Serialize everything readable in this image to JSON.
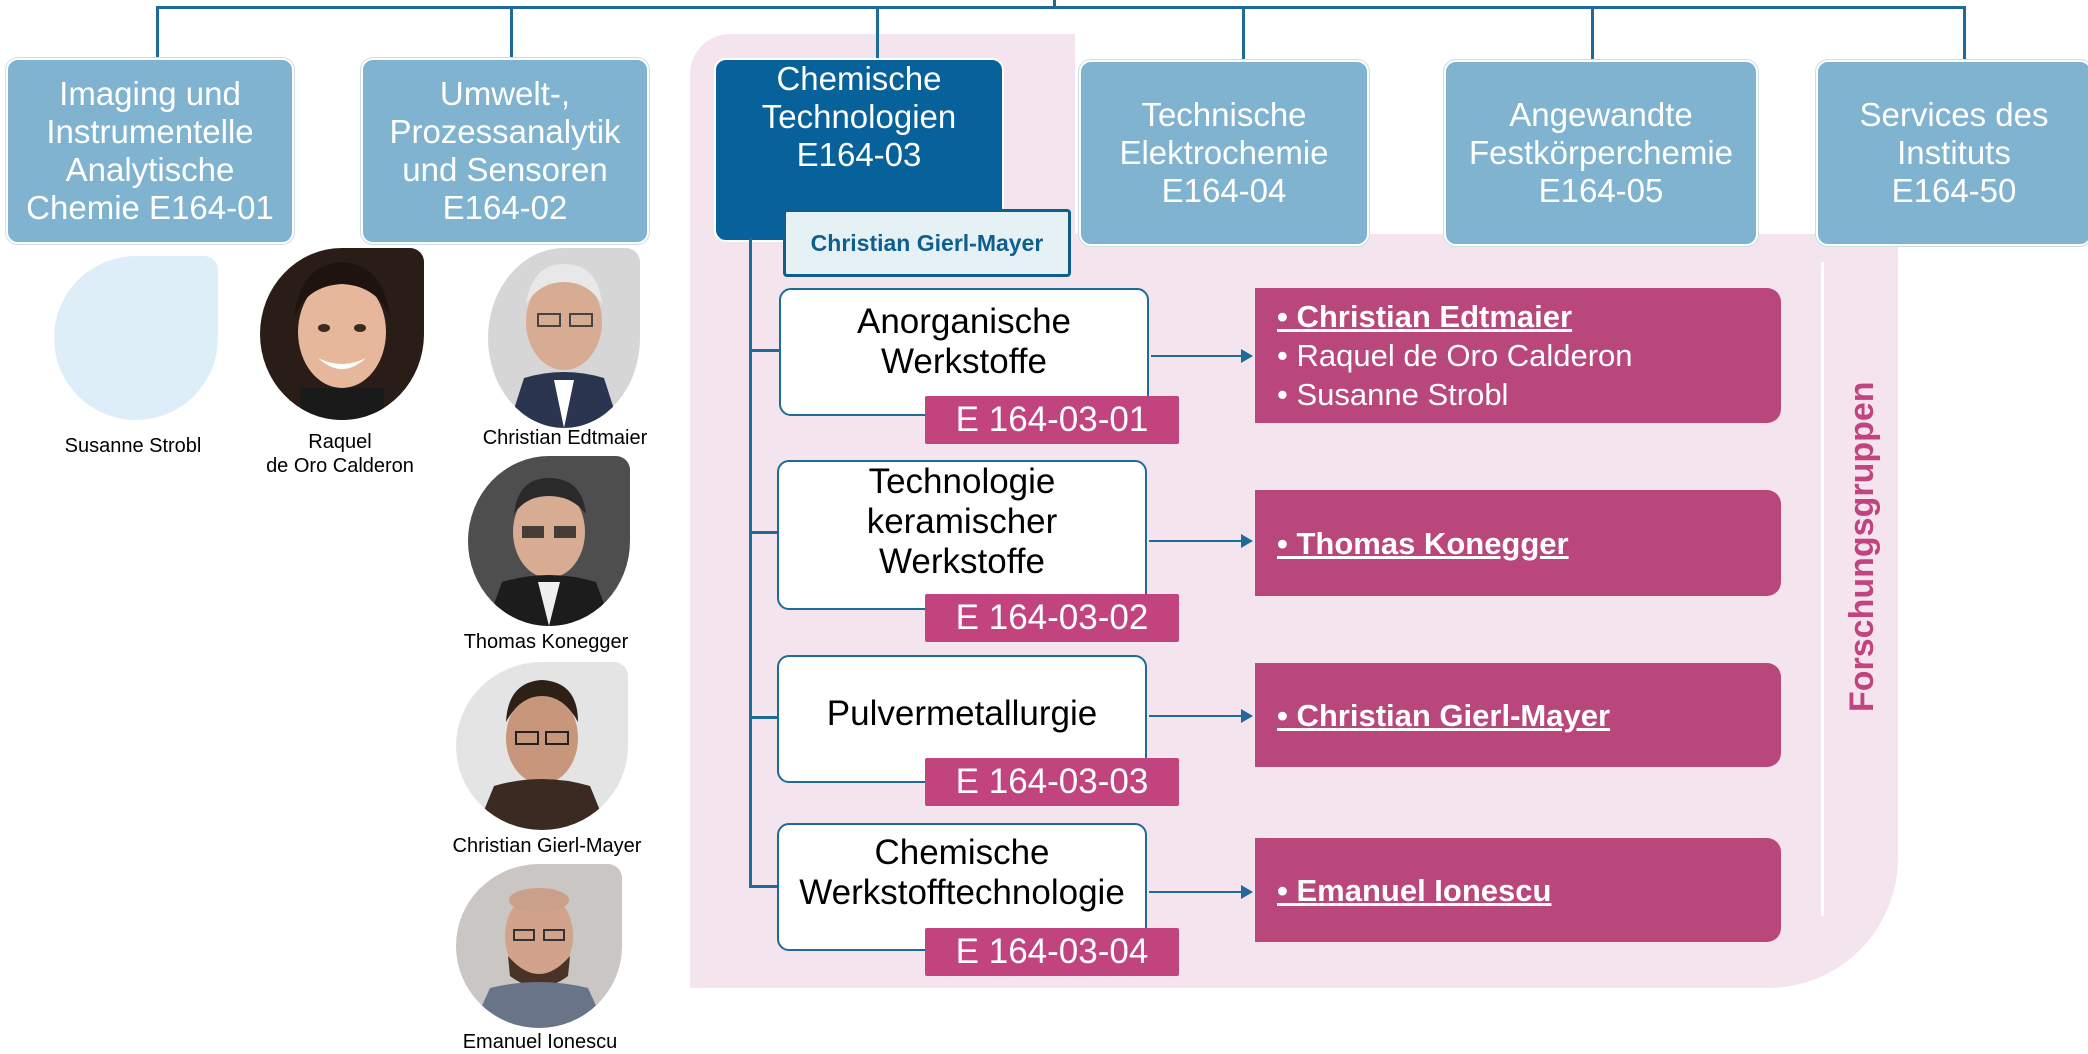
{
  "departments": [
    {
      "label": "Imaging und\nInstrumentelle\nAnalytische\nChemie E164-01"
    },
    {
      "label": "Umwelt-,\nProzessanalytik\nund Sensoren\nE164-02"
    },
    {
      "label": "Chemische\nTechnologien\nE164-03"
    },
    {
      "label": "Technische\nElektrochemie\nE164-04"
    },
    {
      "label": "Angewandte\nFestkörperchemie\nE164-05"
    },
    {
      "label": "Services des\nInstituts\nE164-50"
    }
  ],
  "head": "Christian Gierl-Mayer",
  "groups": [
    {
      "name": "Anorganische\nWerkstoffe",
      "code": "E 164-03-01",
      "members": [
        {
          "name": "Christian Edtmaier"
        },
        {
          "name": "Raquel de Oro Calderon"
        },
        {
          "name": "Susanne Strobl"
        }
      ]
    },
    {
      "name": "Technologie\nkeramischer\nWerkstoffe",
      "code": "E 164-03-02",
      "members": [
        {
          "name": "Thomas Konegger"
        }
      ]
    },
    {
      "name": "Pulvermetallurgie",
      "code": "E 164-03-03",
      "members": [
        {
          "name": "Christian Gierl-Mayer"
        }
      ]
    },
    {
      "name": "Chemische\nWerkstofftechnologie",
      "code": "E 164-03-04",
      "members": [
        {
          "name": "Emanuel Ionescu"
        }
      ]
    }
  ],
  "side_label": "Forschungsgruppen",
  "people": [
    {
      "caption": "Susanne Strobl"
    },
    {
      "caption": "Raquel\nde Oro Calderon"
    },
    {
      "caption": "Christian Edtmaier"
    },
    {
      "caption": "Thomas Konegger"
    },
    {
      "caption": "Christian Gierl-Mayer"
    },
    {
      "caption": "Emanuel Ionescu"
    }
  ],
  "colors": {
    "primary": "#07619a",
    "dept": "#7fb3cf",
    "accent": "#c2447f",
    "panel": "#f3e4ee"
  }
}
